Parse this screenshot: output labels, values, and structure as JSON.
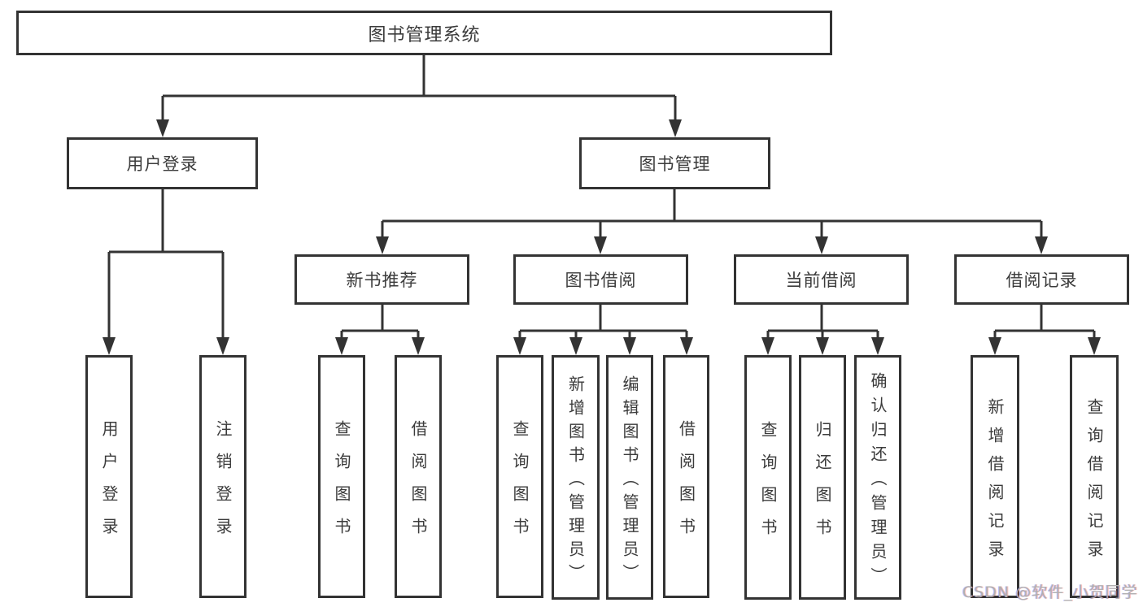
{
  "diagram": {
    "root": {
      "label": "图书管理系统"
    },
    "level2": [
      {
        "label": "用户登录"
      },
      {
        "label": "图书管理"
      }
    ],
    "level3": [
      {
        "label": "新书推荐"
      },
      {
        "label": "图书借阅"
      },
      {
        "label": "当前借阅"
      },
      {
        "label": "借阅记录"
      }
    ],
    "level4": [
      {
        "label": "用户登录"
      },
      {
        "label": "注销登录"
      },
      {
        "label": "查询图书"
      },
      {
        "label": "借阅图书"
      },
      {
        "label": "查询图书"
      },
      {
        "label": "新增图书（管理员）"
      },
      {
        "label": "编辑图书（管理员）"
      },
      {
        "label": "借阅图书"
      },
      {
        "label": "查询图书"
      },
      {
        "label": "归还图书"
      },
      {
        "label": "确认归还（管理员）"
      },
      {
        "label": "新增借阅记录"
      },
      {
        "label": "查询借阅记录"
      }
    ],
    "watermark": "CSDN @软件_小贺同学",
    "colors": {
      "line": "#333333",
      "text": "#3b3b3b",
      "watermark": "#b0b0b0",
      "background": "#ffffff"
    }
  }
}
